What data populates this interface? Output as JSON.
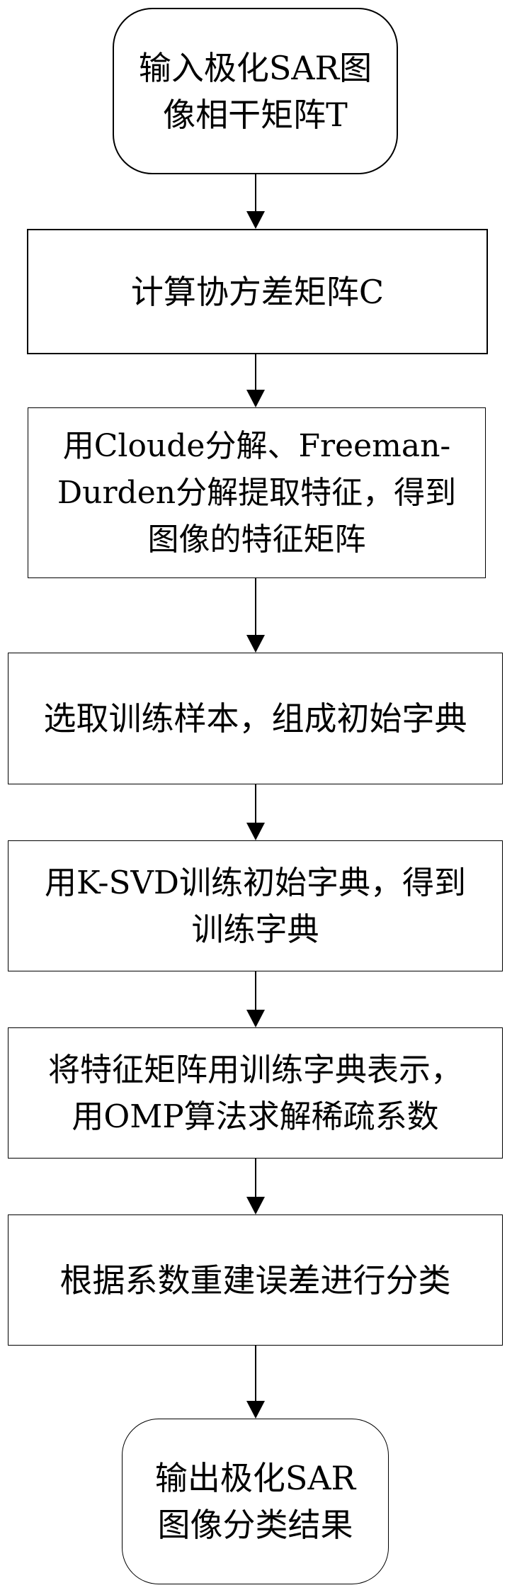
{
  "flowchart": {
    "colors": {
      "stroke": "#000000",
      "background": "#ffffff",
      "text": "#000000"
    },
    "nodes": [
      {
        "id": "start",
        "shape": "rounded",
        "text": "输入极化SAR图\n像相干矩阵T"
      },
      {
        "id": "compute-covariance",
        "shape": "rect",
        "text": "计算协方差矩阵C"
      },
      {
        "id": "extract-features",
        "shape": "rect",
        "text": "用Cloude分解、Freeman-\nDurden分解提取特征，得到\n图像的特征矩阵"
      },
      {
        "id": "select-samples",
        "shape": "rect",
        "text": "选取训练样本，组成初始字典"
      },
      {
        "id": "train-dictionary",
        "shape": "rect",
        "text": "用K-SVD训练初始字典，得到\n训练字典"
      },
      {
        "id": "sparse-coding",
        "shape": "rect",
        "text": "将特征矩阵用训练字典表示，\n用OMP算法求解稀疏系数"
      },
      {
        "id": "classify",
        "shape": "rect",
        "text": "根据系数重建误差进行分类"
      },
      {
        "id": "end",
        "shape": "rounded",
        "text": "输出极化SAR\n图像分类结果"
      }
    ],
    "edges": [
      {
        "from": "start",
        "to": "compute-covariance"
      },
      {
        "from": "compute-covariance",
        "to": "extract-features"
      },
      {
        "from": "extract-features",
        "to": "select-samples"
      },
      {
        "from": "select-samples",
        "to": "train-dictionary"
      },
      {
        "from": "train-dictionary",
        "to": "sparse-coding"
      },
      {
        "from": "sparse-coding",
        "to": "classify"
      },
      {
        "from": "classify",
        "to": "end"
      }
    ]
  }
}
